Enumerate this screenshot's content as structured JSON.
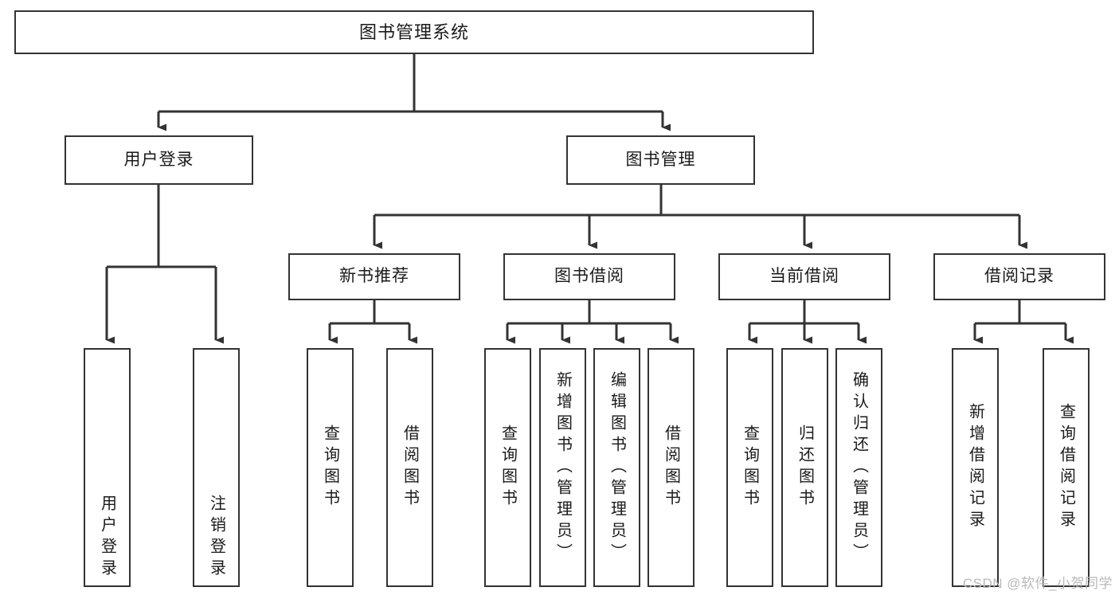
{
  "diagram": {
    "title": "图书管理系统",
    "type": "tree-hierarchy",
    "watermark": "CSDN @软件_小贺同学",
    "colors": {
      "stroke": "#333333",
      "fill": "#ffffff",
      "text": "#1a1a1a",
      "watermark": "#b9b9b9"
    },
    "root": {
      "label": "图书管理系统"
    },
    "level2": [
      {
        "label": "用户登录"
      },
      {
        "label": "图书管理"
      }
    ],
    "level3": [
      {
        "label": "新书推荐"
      },
      {
        "label": "图书借阅"
      },
      {
        "label": "当前借阅"
      },
      {
        "label": "借阅记录"
      }
    ],
    "leaves": {
      "user_login": [
        {
          "label": "用户登录"
        },
        {
          "label": "注销登录"
        }
      ],
      "new_book": [
        {
          "label": "查询图书"
        },
        {
          "label": "借阅图书"
        }
      ],
      "book_borrow": [
        {
          "label": "查询图书"
        },
        {
          "label": "新增图书（管理员）"
        },
        {
          "label": "编辑图书（管理员）"
        },
        {
          "label": "借阅图书"
        }
      ],
      "current_borrow": [
        {
          "label": "查询图书"
        },
        {
          "label": "归还图书"
        },
        {
          "label": "确认归还（管理员）"
        }
      ],
      "borrow_record": [
        {
          "label": "新增借阅记录"
        },
        {
          "label": "查询借阅记录"
        }
      ]
    }
  }
}
